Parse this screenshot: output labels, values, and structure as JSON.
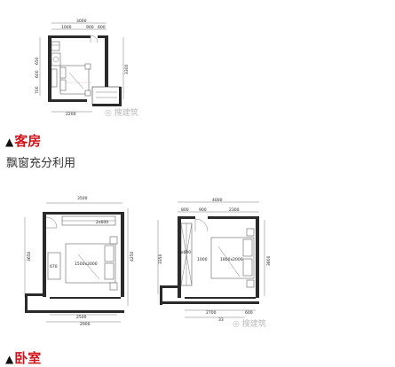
{
  "sections": [
    {
      "title": "客房",
      "caption": "飘窗充分利用"
    },
    {
      "title": "卧室"
    }
  ],
  "watermark": "搜建筑",
  "plan1": {
    "top_dims": [
      "3000",
      "1000",
      "900",
      "600"
    ],
    "left_dims": [
      "650",
      "600",
      "700"
    ],
    "right_dims": [
      "3300"
    ],
    "bottom_dims": [
      "2200"
    ]
  },
  "plan2": {
    "top_dims": [
      "3500"
    ],
    "left_dims": [
      "3650"
    ],
    "right_dims": [
      "4250"
    ],
    "bottom_dims": [
      "2500",
      "2900"
    ],
    "inner": [
      "670",
      "1500x2000",
      "2x600"
    ]
  },
  "plan3": {
    "top_dims": [
      "4000",
      "800",
      "900",
      "2300"
    ],
    "left_dims": [
      "3350"
    ],
    "right_dims": [
      "3800"
    ],
    "bottom_dims": [
      "2700",
      "600",
      "33"
    ],
    "inner": [
      "1800x2000",
      "1000",
      "2x600"
    ]
  },
  "colors": {
    "title_red": "#d2141b",
    "wall": "#2a2a2a",
    "watermark": "#b9b9b9"
  }
}
